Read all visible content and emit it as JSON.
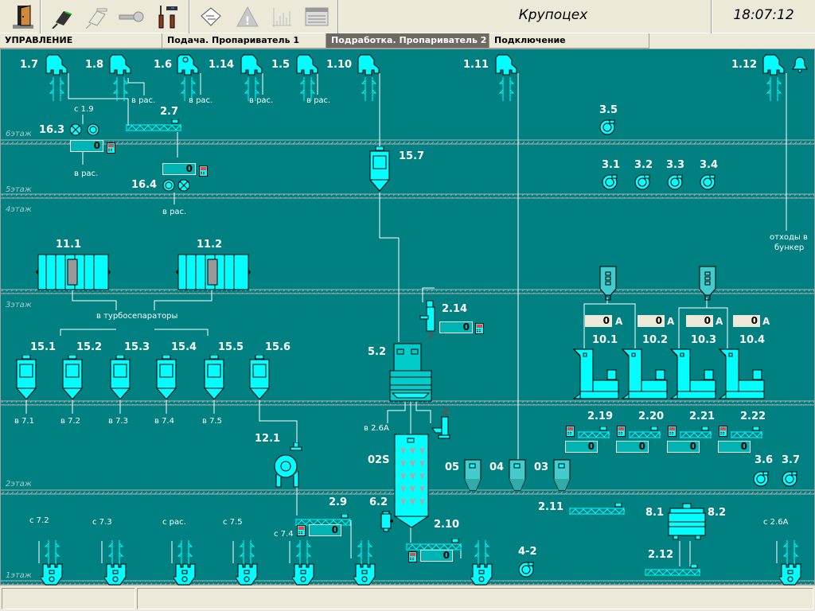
{
  "toolbar": {
    "buttons": [
      {
        "icon": "exit-door-icon"
      },
      {
        "icon": "connect-plug-icon"
      },
      {
        "icon": "disconnect-plug-icon"
      },
      {
        "icon": "key-icon"
      },
      {
        "icon": "tools-icon"
      },
      {
        "icon": "report-icon"
      },
      {
        "icon": "alarm-warning-icon"
      },
      {
        "icon": "trend-chart-icon"
      },
      {
        "icon": "table-icon"
      }
    ],
    "title": "Крупоцех",
    "clock": "18:07:12"
  },
  "tabs": [
    {
      "label": "УПРАВЛЕНИЕ",
      "active": false
    },
    {
      "label": "Подача. Пропариватель 1",
      "active": false
    },
    {
      "label": "Подработка. Пропариватель 2",
      "active": true
    },
    {
      "label": "Подключение",
      "active": false
    }
  ],
  "floors": [
    "6этаж",
    "5этаж",
    "4этаж",
    "3этаж",
    "2этаж",
    "1этаж"
  ],
  "colors": {
    "background": "#008080",
    "equipment": "#00ffff",
    "display": "#00b4b4",
    "active_tab": "#6e6a62"
  },
  "labels": {
    "e1_7": "1.7",
    "e1_8": "1.8",
    "e1_6": "1.6",
    "e1_14": "1.14",
    "e1_5": "1.5",
    "e1_10": "1.10",
    "e1_11": "1.11",
    "e1_12": "1.12",
    "e16_3": "16.3",
    "e16_4": "16.4",
    "e2_7": "2.7",
    "e15_7": "15.7",
    "e3_5": "3.5",
    "e3_1": "3.1",
    "e3_2": "3.2",
    "e3_3": "3.3",
    "e3_4": "3.4",
    "e11_1": "11.1",
    "e11_2": "11.2",
    "e15_1": "15.1",
    "e15_2": "15.2",
    "e15_3": "15.3",
    "e15_4": "15.4",
    "e15_5": "15.5",
    "e15_6": "15.6",
    "e5_2": "5.2",
    "e2_14": "2.14",
    "e12_1": "12.1",
    "e02S": "02S",
    "e05": "05",
    "e04": "04",
    "e03": "03",
    "e10_1": "10.1",
    "e10_2": "10.2",
    "e10_3": "10.3",
    "e10_4": "10.4",
    "e2_19": "2.19",
    "e2_20": "2.20",
    "e2_21": "2.21",
    "e2_22": "2.22",
    "e3_6": "3.6",
    "e3_7": "3.7",
    "e2_11": "2.11",
    "e8_1": "8.1",
    "e8_2": "8.2",
    "e2_12": "2.12",
    "e2_9": "2.9",
    "e6_2": "6.2",
    "e2_10": "2.10",
    "e4_2": "4-2"
  },
  "notes": {
    "v_ras": "в рас.",
    "s_1_9": "с 1.9",
    "to_bunker_1": "отходы в",
    "to_bunker_2": "бункер",
    "to_turbo": "в турбосепараторы",
    "to_7_1": "в 7.1",
    "to_7_2": "в 7.2",
    "to_7_3": "в 7.3",
    "to_7_4": "в 7.4",
    "to_7_5": "в 7.5",
    "to_2_6a": "в 2.6А",
    "s_7_2": "с 7.2",
    "s_7_3": "с 7.3",
    "s_ras": "с рас.",
    "s_7_5": "с 7.5",
    "s_7_4": "с 7.4",
    "s_2_6a": "с 2.6А"
  },
  "displays": {
    "d16_3": "0",
    "d2_7": "0",
    "d2_14": "0",
    "d2_19": "0",
    "d2_20": "0",
    "d2_21": "0",
    "d2_22": "0",
    "d2_9": "0",
    "d2_10": "0"
  },
  "amps": {
    "unit": "A",
    "a10_1": "0",
    "a10_2": "0",
    "a10_3": "0",
    "a10_4": "0"
  }
}
